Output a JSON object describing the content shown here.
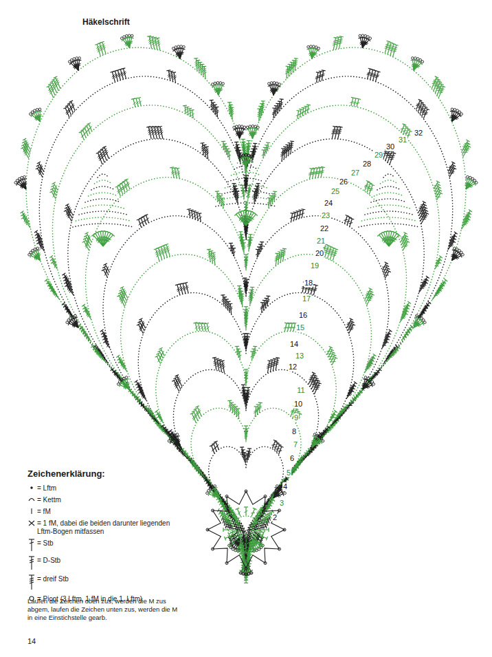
{
  "diagram": {
    "title": "Häkelschrift",
    "labels": [
      "Zeichenerklärung:",
      "2",
      "3",
      "4",
      "5",
      "6",
      "7",
      "8",
      "9",
      "10",
      "11",
      "12",
      "13",
      "14",
      "15",
      "16",
      "17",
      "18",
      "19",
      "20",
      "21",
      "22",
      "23",
      "24",
      "25",
      "26",
      "27",
      "28",
      "29",
      "30",
      "31",
      "32",
      "Laufen die Zeichen oben zus, werden die M zus abgem, laufen die Zeichen unten zus, werden die M in eine Einstichstelle gearb.",
      "14"
    ],
    "legend": [
      {
        "text": "= Lftm"
      },
      {
        "text": "= Kettm"
      },
      {
        "text": "= fM"
      },
      {
        "text": "= 1 fM, dabei die beiden darunter liegenden Lftm-Bogen mitfassen"
      },
      {
        "text": "= Stb"
      },
      {
        "text": "= D-Stb"
      },
      {
        "text": "= dreif Stb"
      },
      {
        "text": "= Picot (3 Lftm, 1 fM in die 1. Lftm)"
      }
    ]
  }
}
